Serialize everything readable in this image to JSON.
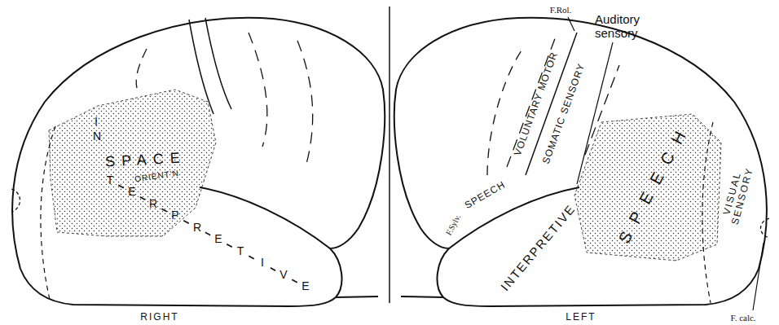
{
  "diagram": {
    "labels": [
      "SPACE",
      "ORIENT'N",
      "INTERPRETIVE",
      "RIGHT",
      "F.Rol.",
      "Auditory sensory",
      "VOLUNTARY MOTOR",
      "SOMATIC SENSORY",
      "SPEECH",
      "F.Sylv.",
      "INTERPRETIVE",
      "SPEECH",
      "VISUAL SENSORY",
      "F. calc.",
      "LEFT"
    ]
  }
}
